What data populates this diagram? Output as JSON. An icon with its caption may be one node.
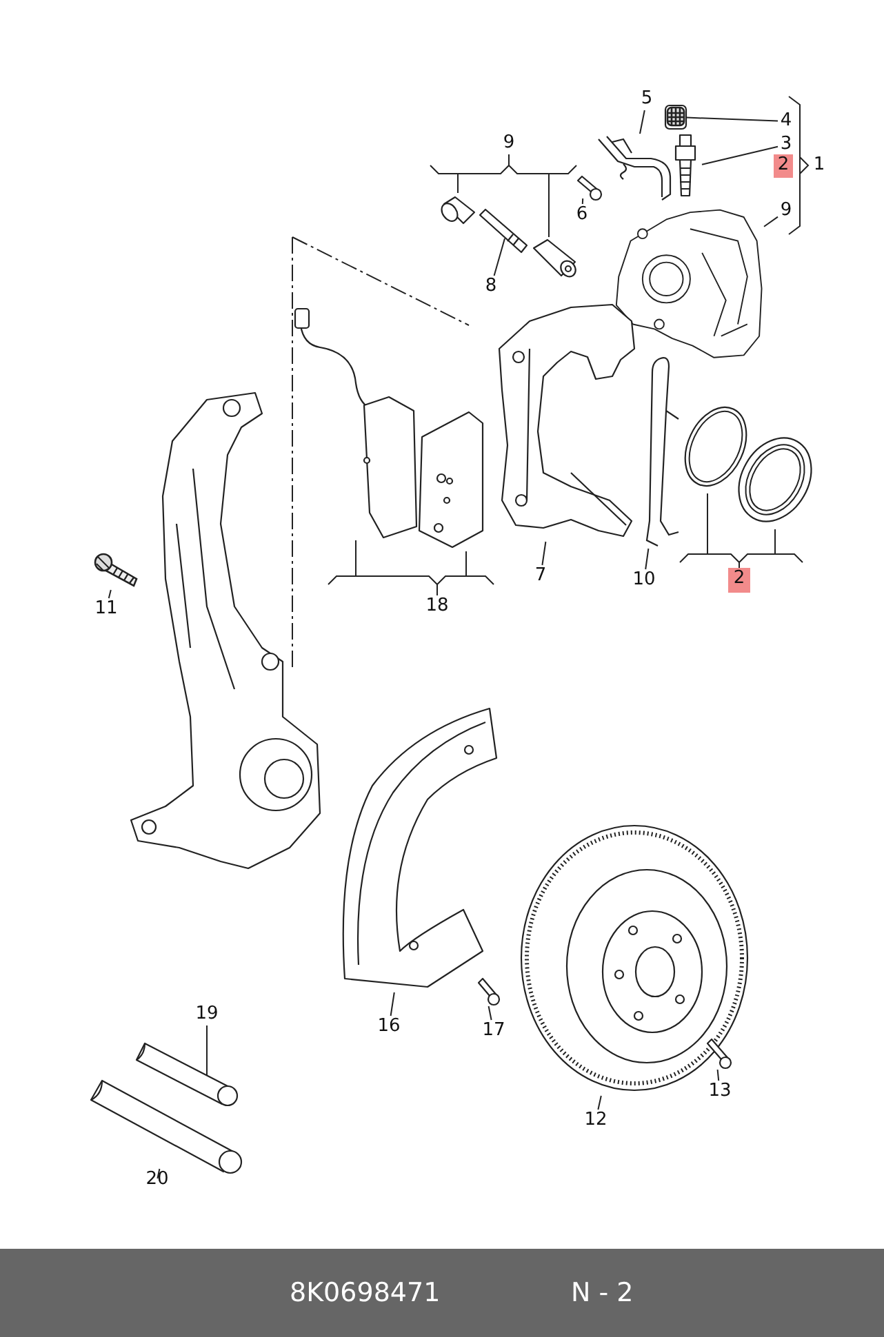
{
  "diagram": {
    "nodes": [
      {
        "text": [
          "5"
        ]
      },
      {
        "text": [],
        "shape": "picture"
      },
      {
        "text": [
          "4"
        ]
      },
      {
        "text": [],
        "shape": "box"
      },
      {
        "text": [
          "3"
        ]
      },
      {
        "text": [],
        "shape": "picture"
      },
      {
        "text": [
          "9"
        ]
      },
      {
        "text": [],
        "shape": "picture"
      },
      {
        "text": [],
        "shape": "picture"
      },
      {
        "text": [
          "6"
        ]
      },
      {
        "text": [],
        "shape": "picture"
      },
      {
        "text": [
          "9"
        ]
      },
      {
        "text": [],
        "shape": "picture"
      },
      {
        "text": [
          "8"
        ]
      },
      {
        "text": [],
        "shape": "picture"
      },
      {
        "text": [],
        "shape": "picture"
      },
      {
        "text": [
          "7"
        ]
      },
      {
        "text": [],
        "shape": "picture"
      },
      {
        "text": [
          "10"
        ]
      },
      {
        "text": [],
        "shape": "picture"
      },
      {
        "text": [],
        "shape": "picture"
      },
      {
        "text": [
          "2"
        ]
      },
      {
        "text": [],
        "shape": "picture"
      },
      {
        "text": [],
        "shape": "picture"
      },
      {
        "text": [
          "18"
        ]
      },
      {
        "text": [],
        "shape": "picture"
      },
      {
        "text": [
          "11"
        ]
      },
      {
        "text": [],
        "shape": "picture"
      },
      {
        "text": [
          "16"
        ]
      },
      {
        "text": [],
        "shape": "picture"
      },
      {
        "text": [
          "17"
        ]
      },
      {
        "text": [],
        "shape": "picture"
      },
      {
        "text": [
          "12"
        ]
      },
      {
        "text": [],
        "shape": "picture"
      },
      {
        "text": [
          "13"
        ]
      },
      {
        "text": [],
        "shape": "picture"
      },
      {
        "text": [
          "19"
        ]
      },
      {
        "text": [],
        "shape": "picture"
      },
      {
        "text": [
          "20"
        ]
      },
      {
        "text": [
          "2"
        ]
      }
    ],
    "edges": [
      {
        "from": 0,
        "to": 1,
        "arrow": "none"
      },
      {
        "from": 2,
        "to": 3,
        "arrow": "none"
      },
      {
        "from": 4,
        "to": 5,
        "arrow": "none"
      },
      {
        "from": 6,
        "to": 7,
        "arrow": "none"
      },
      {
        "from": 6,
        "to": 8,
        "arrow": "none"
      },
      {
        "from": 9,
        "to": 10,
        "arrow": "none"
      },
      {
        "from": 11,
        "to": 12,
        "arrow": "none"
      },
      {
        "from": 13,
        "to": 14,
        "arrow": "none"
      },
      {
        "from": 16,
        "to": 15,
        "arrow": "none"
      },
      {
        "from": 18,
        "to": 17,
        "arrow": "none"
      },
      {
        "from": 21,
        "to": 19,
        "arrow": "none"
      },
      {
        "from": 21,
        "to": 20,
        "arrow": "none"
      },
      {
        "from": 24,
        "to": 22,
        "arrow": "none"
      },
      {
        "from": 24,
        "to": 23,
        "arrow": "none"
      },
      {
        "from": 26,
        "to": 25,
        "arrow": "none"
      },
      {
        "from": 28,
        "to": 27,
        "arrow": "none"
      },
      {
        "from": 30,
        "to": 29,
        "arrow": "none"
      },
      {
        "from": 32,
        "to": 31,
        "arrow": "none"
      },
      {
        "from": 34,
        "to": 33,
        "arrow": "none"
      },
      {
        "from": 36,
        "to": 35,
        "arrow": "none"
      },
      {
        "from": 38,
        "to": 37,
        "arrow": "none"
      }
    ],
    "labels": [
      "1",
      "8K0698471",
      "N - 2"
    ]
  }
}
